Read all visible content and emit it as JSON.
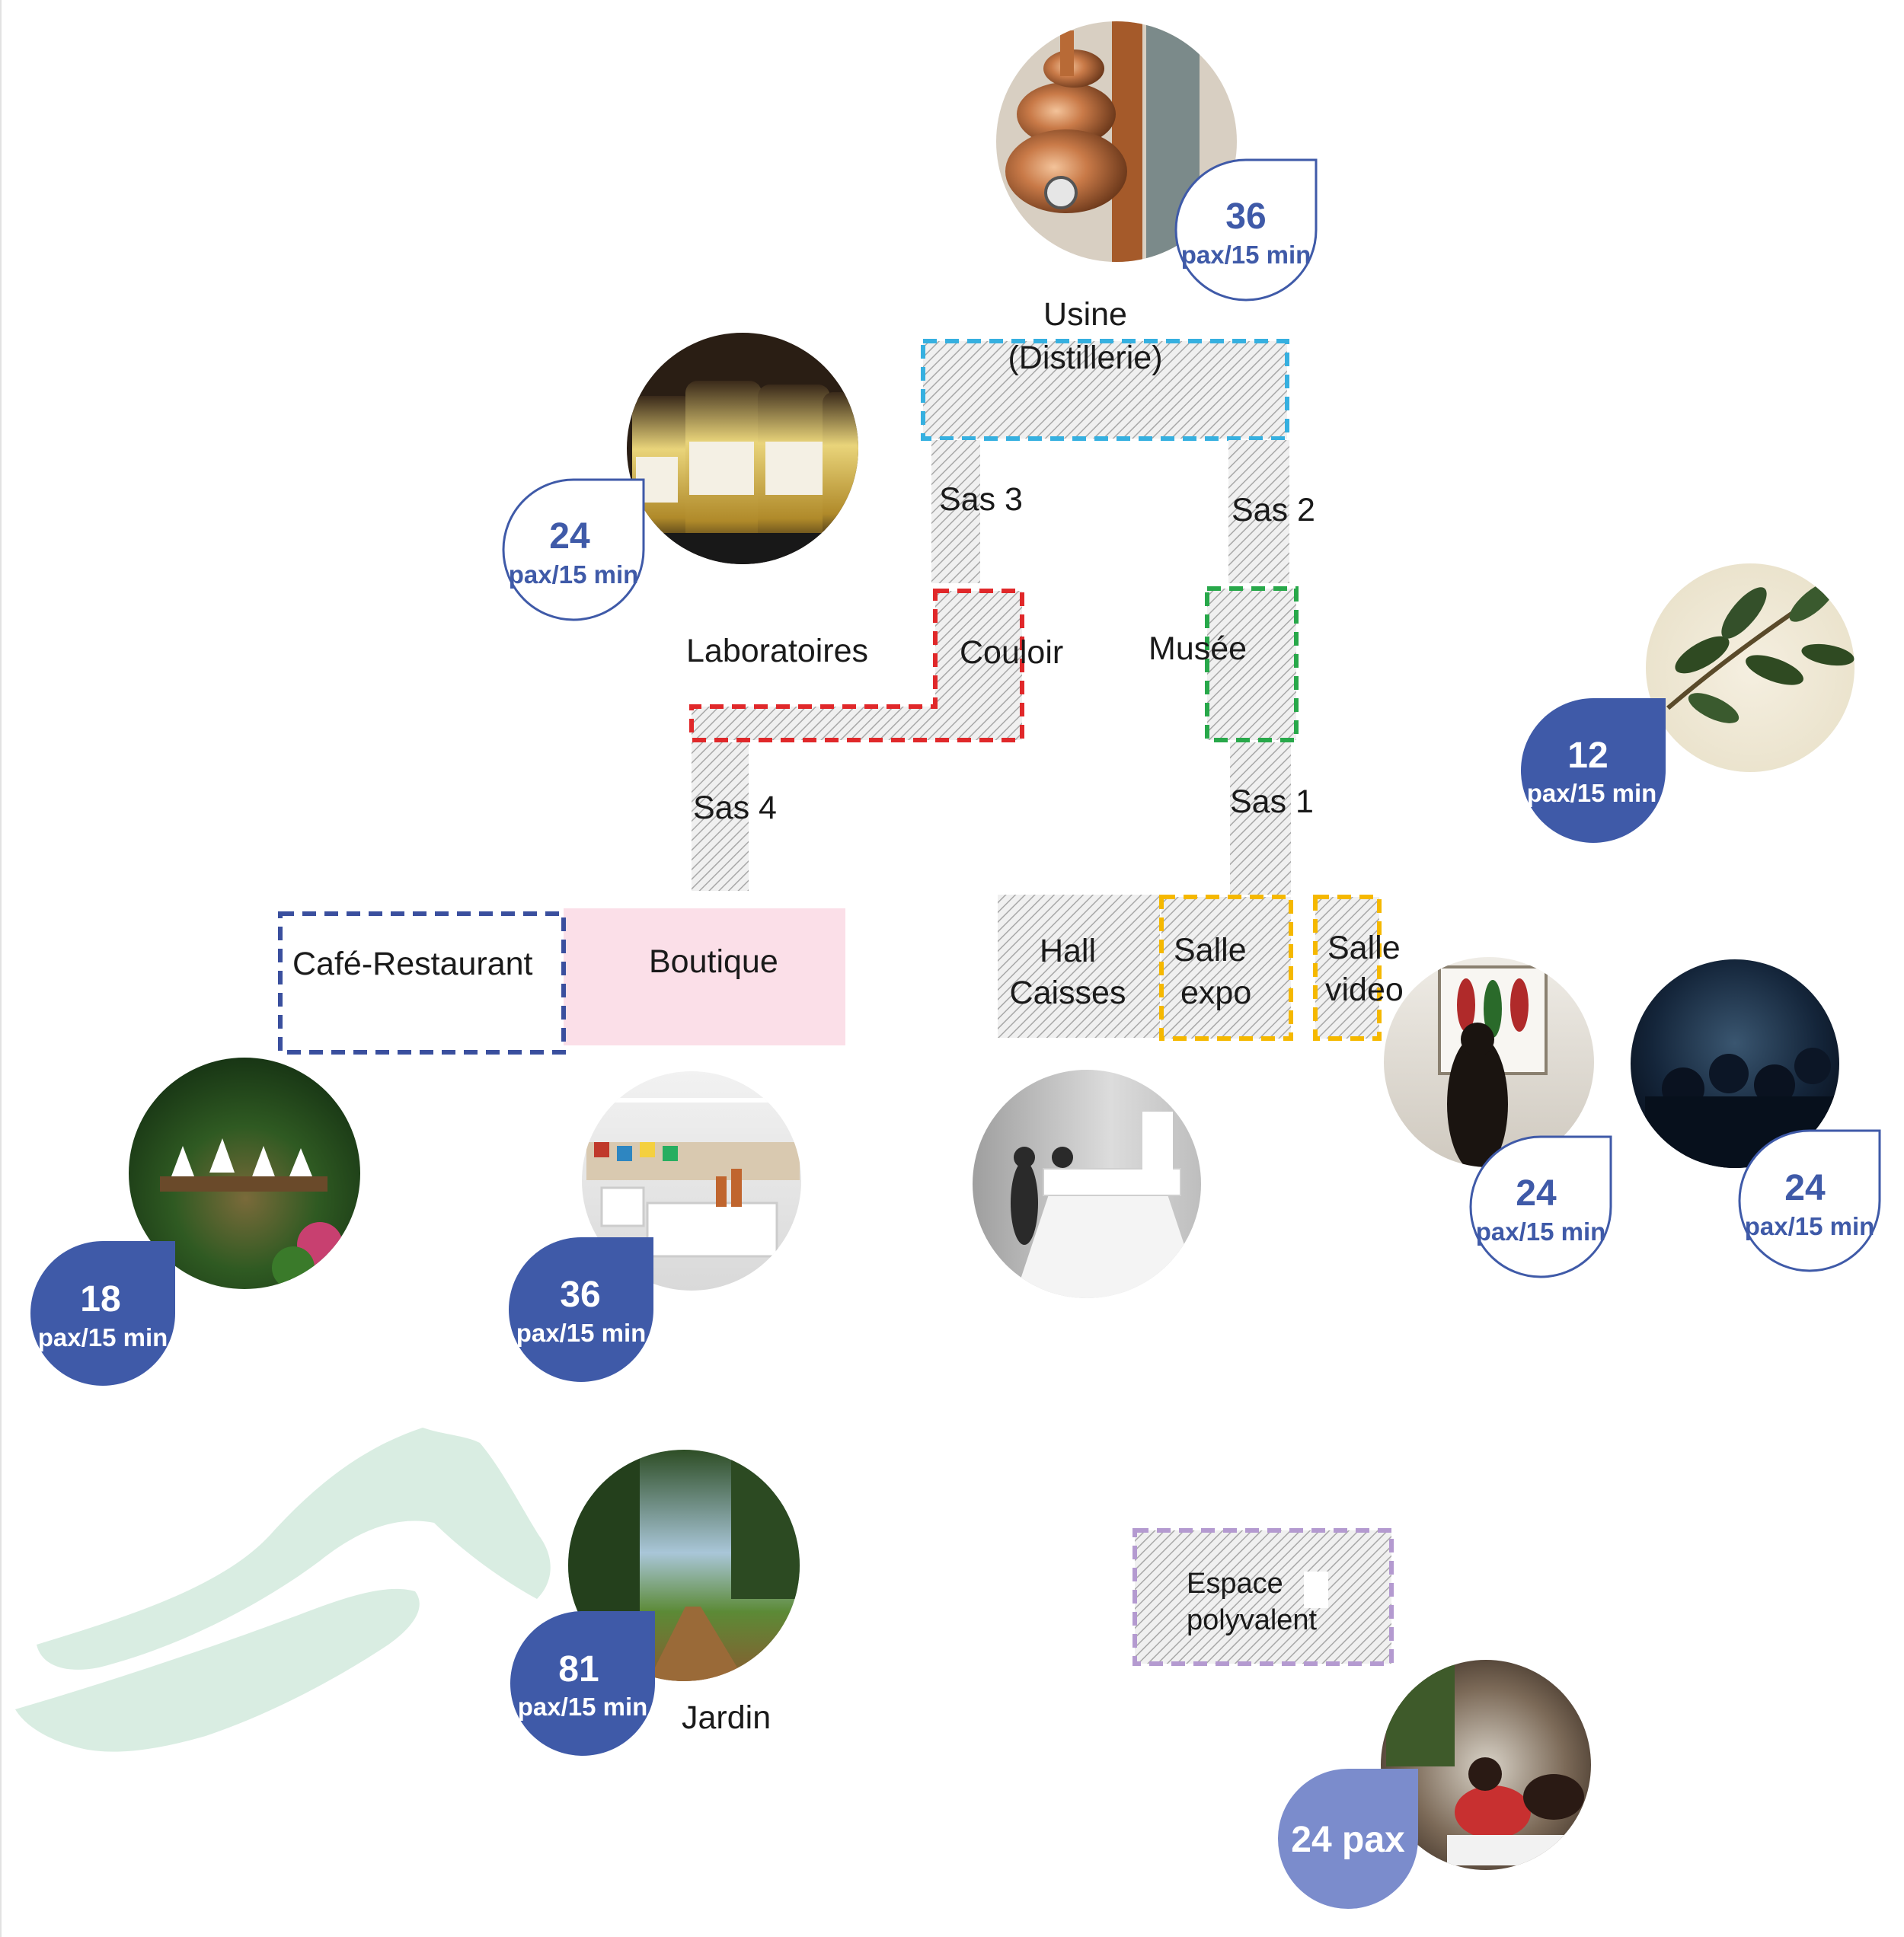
{
  "labels": {
    "usine": "Usine",
    "distillerie": "(Distillerie)",
    "sas1": "Sas 1",
    "sas2": "Sas 2",
    "sas3": "Sas 3",
    "sas4": "Sas 4",
    "laboratoires": "Laboratoires",
    "couloir": "Couloir",
    "musee": "Musée",
    "cafe": "Café-Restaurant",
    "boutique": "Boutique",
    "hall1": "Hall",
    "hall2": "Caisses",
    "salle_expo1": "Salle",
    "salle_expo2": "expo",
    "salle_video1": "Salle",
    "salle_video2": "video",
    "jardin": "Jardin",
    "espace1": "Espace",
    "espace2": "polyvalent"
  },
  "badges": {
    "usine": {
      "value": "36",
      "unit": "pax/15 min"
    },
    "laboratoires": {
      "value": "24",
      "unit": "pax/15 min"
    },
    "plante": {
      "value": "12",
      "unit": "pax/15 min"
    },
    "salle_expo": {
      "value": "24",
      "unit": "pax/15 min"
    },
    "salle_video": {
      "value": "24",
      "unit": "pax/15 min"
    },
    "cafe": {
      "value": "18",
      "unit": "pax/15 min"
    },
    "boutique": {
      "value": "36",
      "unit": "pax/15 min"
    },
    "jardin": {
      "value": "81",
      "unit": "pax/15 min"
    },
    "espace": {
      "value": "24 pax"
    }
  },
  "colors": {
    "badge_fill": "#3f5aa8",
    "badge_light": "#7b8ccc",
    "usine_border": "#36b0e0",
    "couloir_border": "#e0282a",
    "musee_border": "#28a84a",
    "salle_border": "#f5b800",
    "cafe_border": "#3a4f9e",
    "espace_border": "#b49ad0",
    "boutique_fill": "#fbdfe8",
    "garden_shape": "#d9ede2"
  }
}
